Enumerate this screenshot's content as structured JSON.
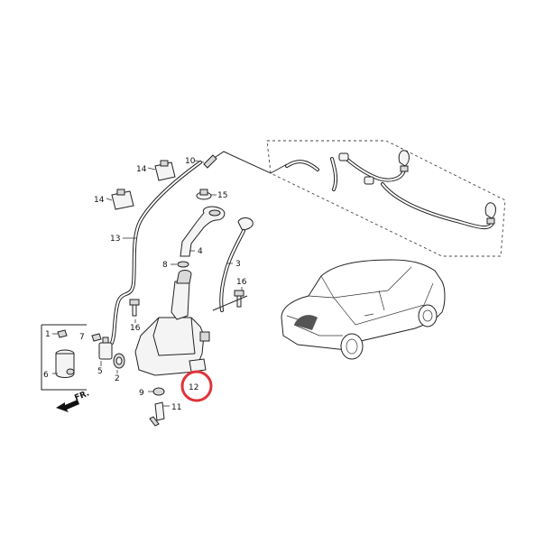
{
  "callouts": [
    {
      "id": "1",
      "label": "1"
    },
    {
      "id": "2",
      "label": "2"
    },
    {
      "id": "3",
      "label": "3"
    },
    {
      "id": "4",
      "label": "4"
    },
    {
      "id": "5",
      "label": "5"
    },
    {
      "id": "6",
      "label": "6"
    },
    {
      "id": "7",
      "label": "7"
    },
    {
      "id": "8",
      "label": "8"
    },
    {
      "id": "9",
      "label": "9"
    },
    {
      "id": "10",
      "label": "10"
    },
    {
      "id": "11",
      "label": "11"
    },
    {
      "id": "12",
      "label": "12"
    },
    {
      "id": "13",
      "label": "13"
    },
    {
      "id": "14a",
      "label": "14"
    },
    {
      "id": "14b",
      "label": "14"
    },
    {
      "id": "15",
      "label": "15"
    },
    {
      "id": "16a",
      "label": "16"
    },
    {
      "id": "16b",
      "label": "16"
    }
  ],
  "direction_arrow": {
    "label": "FR."
  },
  "highlight": {
    "color": "#e0333a",
    "target": "12"
  }
}
